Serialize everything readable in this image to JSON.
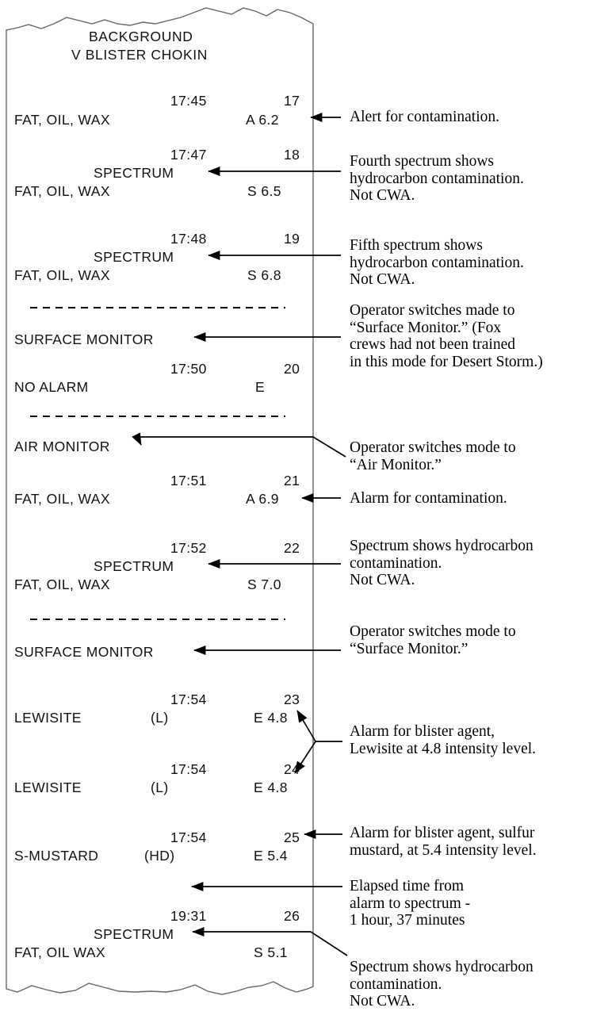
{
  "document": {
    "kind": "fox-nbc-reconnaissance-vehicle-ms-40-tape-printout",
    "paper": {
      "color": "#ffffff",
      "edge_color": "#555555"
    },
    "ink_color": "#111111"
  },
  "tape": {
    "header": {
      "line1": "BACKGROUND",
      "line2": "V BLISTER CHOKIN"
    },
    "entries": [
      {
        "id": "entry-17",
        "time": "17:45",
        "number": "17",
        "substance": "FAT, OIL, WAX",
        "code": "A 6.2",
        "mode_label": "",
        "agent_code": ""
      },
      {
        "id": "entry-18",
        "time": "17:47",
        "number": "18",
        "spectrum_label": "SPECTRUM",
        "substance": "FAT, OIL, WAX",
        "code": "S 6.5"
      },
      {
        "id": "entry-19",
        "time": "17:48",
        "number": "19",
        "spectrum_label": "SPECTRUM",
        "substance": "FAT, OIL, WAX",
        "code": "S 6.8"
      },
      {
        "id": "mode-surface-monitor-1",
        "mode_label": "SURFACE MONITOR"
      },
      {
        "id": "entry-20",
        "time": "17:50",
        "number": "20",
        "substance": "NO ALARM",
        "code": "E"
      },
      {
        "id": "mode-air-monitor",
        "mode_label": "AIR MONITOR"
      },
      {
        "id": "entry-21",
        "time": "17:51",
        "number": "21",
        "substance": "FAT, OIL, WAX",
        "code": "A 6.9"
      },
      {
        "id": "entry-22",
        "time": "17:52",
        "number": "22",
        "spectrum_label": "SPECTRUM",
        "substance": "FAT, OIL, WAX",
        "code": "S 7.0"
      },
      {
        "id": "mode-surface-monitor-2",
        "mode_label": "SURFACE MONITOR"
      },
      {
        "id": "entry-23",
        "time": "17:54",
        "number": "23",
        "substance": "LEWISITE",
        "agent_code": "(L)",
        "code": "E 4.8"
      },
      {
        "id": "entry-24",
        "time": "17:54",
        "number": "24",
        "substance": "LEWISITE",
        "agent_code": "(L)",
        "code": "E 4.8"
      },
      {
        "id": "entry-25",
        "time": "17:54",
        "number": "25",
        "substance": "S-MUSTARD",
        "agent_code": "(HD)",
        "code": "E 5.4"
      },
      {
        "id": "entry-26",
        "time": "19:31",
        "number": "26",
        "spectrum_label": "SPECTRUM",
        "substance": "FAT, OIL WAX",
        "code": "S 5.1"
      }
    ]
  },
  "annotations": [
    {
      "id": "annot-1",
      "text": "Alert for contamination."
    },
    {
      "id": "annot-2",
      "text": "Fourth spectrum shows\nhydrocarbon contamination.\nNot CWA."
    },
    {
      "id": "annot-3",
      "text": "Fifth spectrum shows\nhydrocarbon contamination.\nNot CWA."
    },
    {
      "id": "annot-4",
      "text": "Operator switches made to\n“Surface Monitor.”  (Fox\ncrews had not been trained\nin this mode for Desert Storm.)"
    },
    {
      "id": "annot-5",
      "text": "Operator switches mode to\n“Air Monitor.”"
    },
    {
      "id": "annot-6",
      "text": "Alarm for contamination."
    },
    {
      "id": "annot-7",
      "text": "Spectrum shows hydrocarbon\ncontamination.\nNot CWA."
    },
    {
      "id": "annot-8",
      "text": "Operator switches mode to\n“Surface Monitor.”"
    },
    {
      "id": "annot-9",
      "text": "Alarm for blister agent,\nLewisite at 4.8 intensity level."
    },
    {
      "id": "annot-10",
      "text": "Alarm for blister agent, sulfur\nmustard, at 5.4 intensity level."
    },
    {
      "id": "annot-11",
      "text": "Elapsed time from\nalarm to spectrum -\n1 hour, 37 minutes"
    },
    {
      "id": "annot-12",
      "text": "Spectrum shows hydrocarbon\ncontamination.\nNot CWA."
    }
  ]
}
